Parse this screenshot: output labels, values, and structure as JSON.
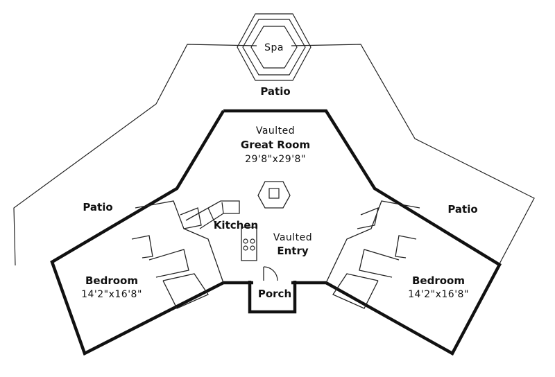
{
  "labels": {
    "spa": "Spa",
    "patio_top": "Patio",
    "patio_left": "Patio",
    "patio_right": "Patio",
    "great_room_prefix": "Vaulted",
    "great_room": "Great Room",
    "great_room_size": "29'8\"x29'8\"",
    "kitchen": "Kitchen",
    "entry_prefix": "Vaulted",
    "entry": "Entry",
    "porch": "Porch",
    "bedroom_left": "Bedroom",
    "bedroom_left_size": "14'2\"x16'8\"",
    "bedroom_right": "Bedroom",
    "bedroom_right_size": "14'2\"x16'8\""
  }
}
